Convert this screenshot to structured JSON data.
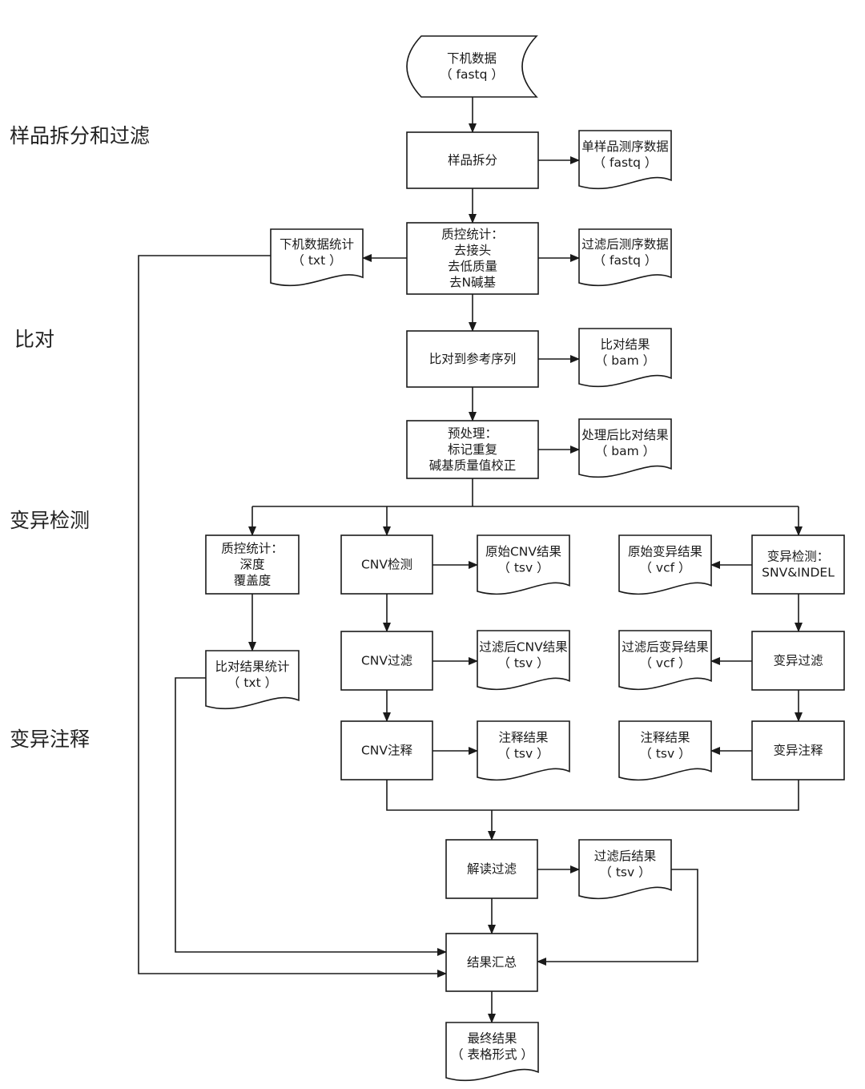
{
  "stages": {
    "split_filter": "样品拆分和过滤",
    "alignment": "比对",
    "variant_detection": "变异检测",
    "variant_annotation": "变异注释"
  },
  "nodes": {
    "raw_data": [
      "下机数据",
      "（ fastq ）"
    ],
    "sample_split": [
      "样品拆分"
    ],
    "single_sample_data": [
      "单样品测序数据",
      "（ fastq ）"
    ],
    "qc_stats": [
      "质控统计：",
      "去接头",
      "去低质量",
      "去N碱基"
    ],
    "raw_data_stats": [
      "下机数据统计",
      "（ txt ）"
    ],
    "filtered_seq_data": [
      "过滤后测序数据",
      "（ fastq ）"
    ],
    "align_ref": [
      "比对到参考序列"
    ],
    "align_result": [
      "比对结果",
      "（ bam ）"
    ],
    "preprocess": [
      "预处理：",
      "标记重复",
      "碱基质量值校正"
    ],
    "processed_align_result": [
      "处理后比对结果",
      "（ bam ）"
    ],
    "qc_depth": [
      "质控统计：",
      "深度",
      "覆盖度"
    ],
    "align_stats": [
      "比对结果统计",
      "（ txt ）"
    ],
    "cnv_detect": [
      "CNV检测"
    ],
    "raw_cnv_result": [
      "原始CNV结果",
      "（ tsv ）"
    ],
    "cnv_filter": [
      "CNV过滤"
    ],
    "filtered_cnv_result": [
      "过滤后CNV结果",
      "（ tsv ）"
    ],
    "cnv_annot": [
      "CNV注释"
    ],
    "cnv_annot_result": [
      "注释结果",
      "（ tsv ）"
    ],
    "var_detect": [
      "变异检测：",
      "SNV&INDEL"
    ],
    "raw_var_result": [
      "原始变异结果",
      "（ vcf ）"
    ],
    "var_filter": [
      "变异过滤"
    ],
    "filtered_var_result": [
      "过滤后变异结果",
      "（ vcf ）"
    ],
    "var_annot": [
      "变异注释"
    ],
    "var_annot_result": [
      "注释结果",
      "（ tsv ）"
    ],
    "interp_filter": [
      "解读过滤"
    ],
    "filtered_result": [
      "过滤后结果",
      "（ tsv ）"
    ],
    "summary": [
      "结果汇总"
    ],
    "final_result": [
      "最终结果",
      "（ 表格形式 ）"
    ]
  }
}
